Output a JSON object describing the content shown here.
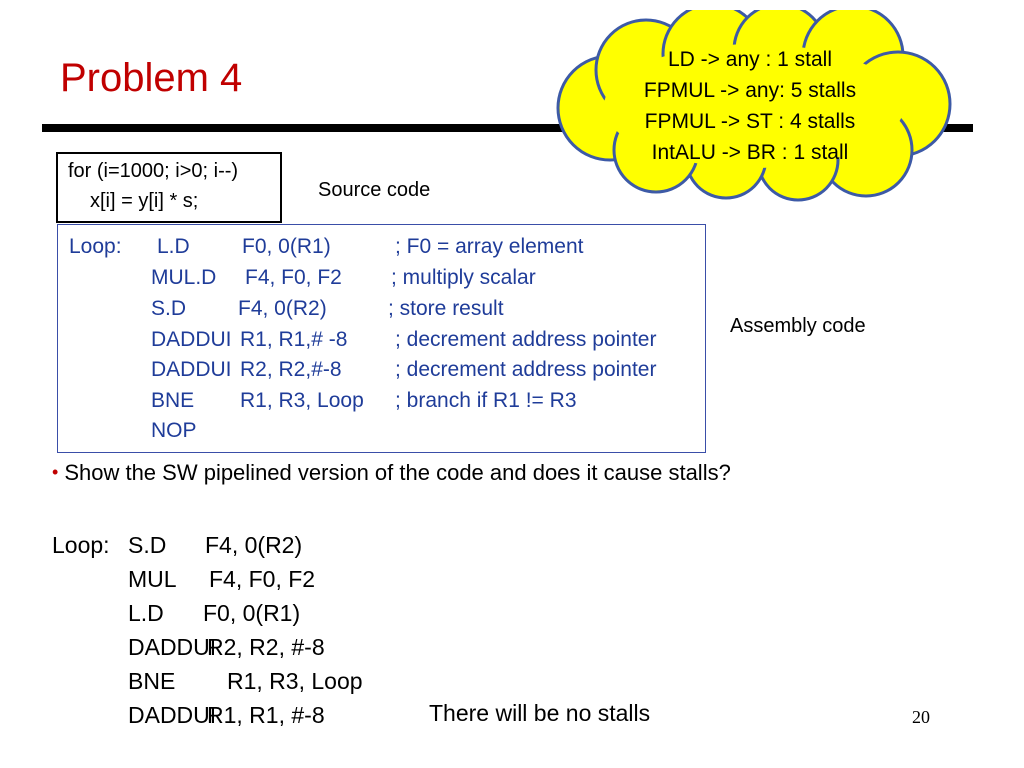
{
  "slide": {
    "title": "Problem 4",
    "page_number": "20"
  },
  "cloud": {
    "lines": [
      "LD -> any : 1 stall",
      "FPMUL -> any: 5 stalls",
      "FPMUL -> ST : 4 stalls",
      "IntALU -> BR : 1 stall"
    ],
    "fill": "#ffff00"
  },
  "source_code": {
    "lines": [
      "for (i=1000; i>0; i--)",
      "x[i] = y[i] * s;"
    ],
    "caption": "Source code"
  },
  "assembly": {
    "caption": "Assembly code",
    "label": "Loop:",
    "color": "#1f3c99",
    "rows": [
      {
        "op": "L.D",
        "args": "F0, 0(R1)",
        "comment": "; F0 = array element"
      },
      {
        "op": "MUL.D",
        "args": "F4, F0, F2",
        "comment": "; multiply scalar"
      },
      {
        "op": "S.D",
        "args": "F4, 0(R2)",
        "comment": "; store result"
      },
      {
        "op": "DADDUI",
        "args": "R1, R1,# -8",
        "comment": "; decrement address pointer"
      },
      {
        "op": "DADDUI",
        "args": "R2, R2,#-8",
        "comment": "; decrement address pointer"
      },
      {
        "op": "BNE",
        "args": "R1, R3, Loop",
        "comment": "; branch if R1 != R3"
      },
      {
        "op": "NOP",
        "args": "",
        "comment": ""
      }
    ]
  },
  "question": {
    "bullet": "•",
    "text": "Show the SW pipelined version of the code and does it cause stalls?"
  },
  "solution": {
    "label": "Loop:",
    "rows": [
      {
        "op": "S.D",
        "args": "F4, 0(R2)"
      },
      {
        "op": "MUL",
        "args": "F4, F0, F2"
      },
      {
        "op": "L.D",
        "args": "F0, 0(R1)"
      },
      {
        "op": "DADDUI",
        "args": "R2, R2, #-8"
      },
      {
        "op": "BNE",
        "args": "R1, R3, Loop"
      },
      {
        "op": "DADDUI",
        "args": "R1, R1, #-8"
      }
    ],
    "note": "There will be no stalls"
  }
}
